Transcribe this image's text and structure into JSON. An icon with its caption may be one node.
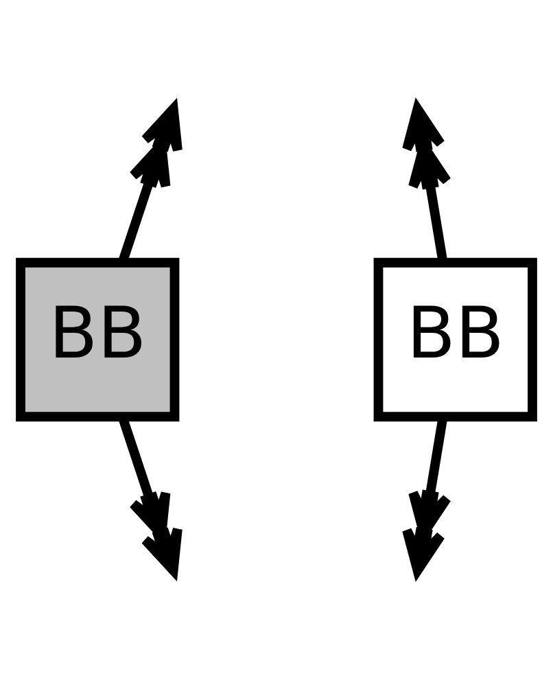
{
  "diagram": {
    "nodes": [
      {
        "text": [
          "BB"
        ]
      },
      {
        "text": [
          "BB"
        ]
      }
    ],
    "edges": [
      {
        "from": 0,
        "to": null,
        "arrow": "to"
      },
      {
        "from": 0,
        "to": null,
        "arrow": "to"
      },
      {
        "from": 1,
        "to": null,
        "arrow": "to"
      },
      {
        "from": 1,
        "to": null,
        "arrow": "to"
      }
    ]
  }
}
